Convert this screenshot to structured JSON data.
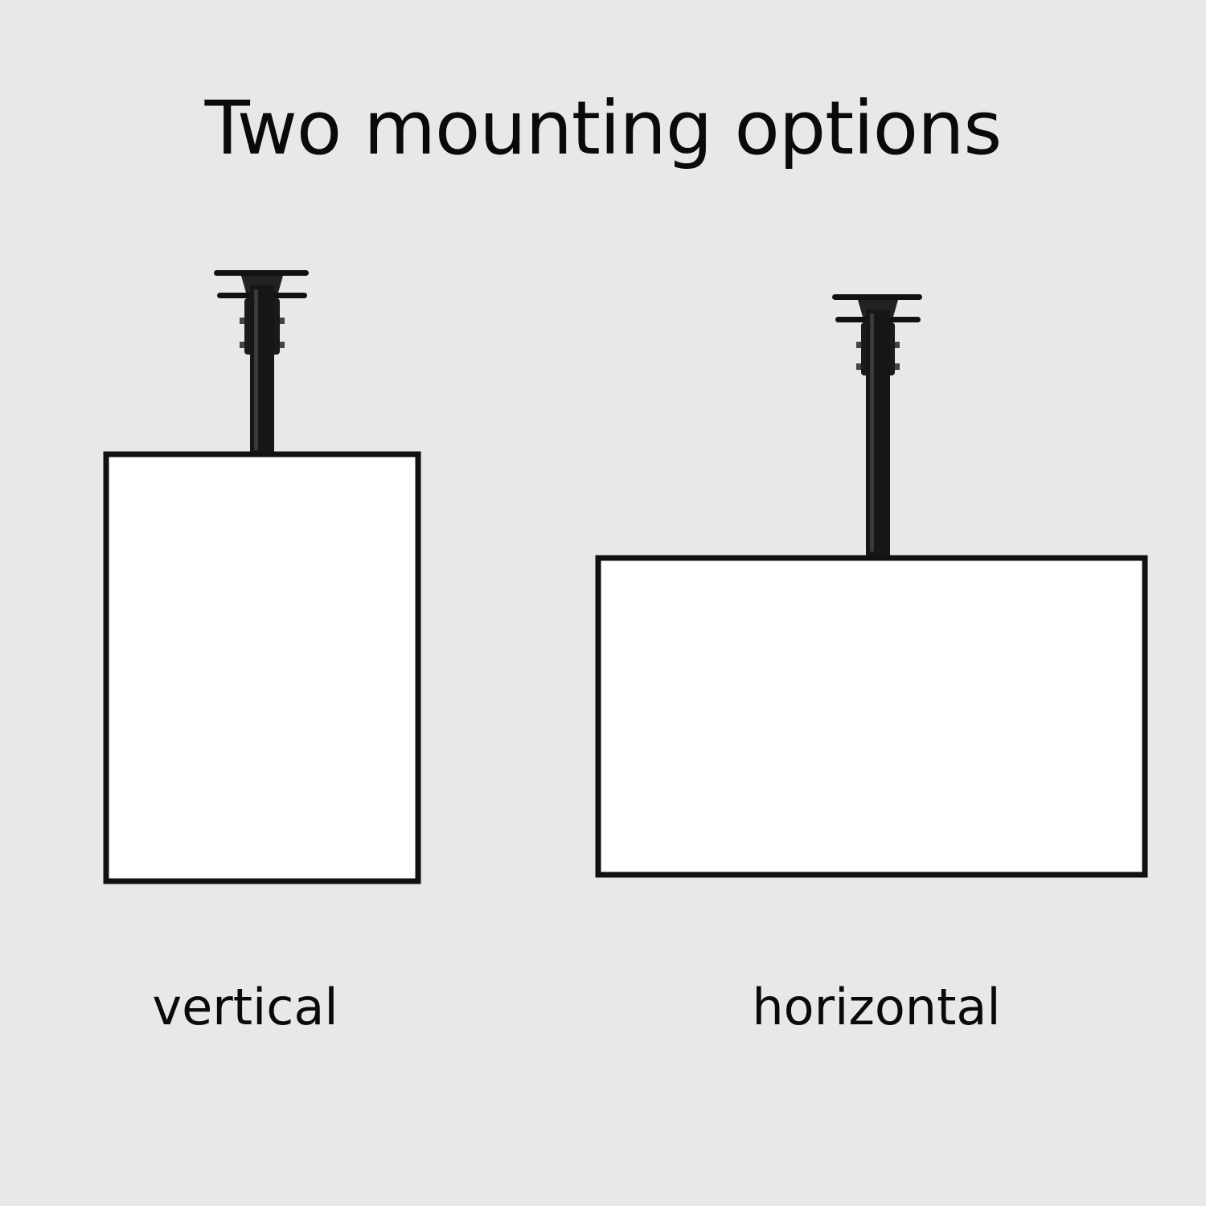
{
  "title": "Two mounting options",
  "options": [
    {
      "label": "vertical",
      "icon": "portrait-screen-ceiling-mount-icon"
    },
    {
      "label": "horizontal",
      "icon": "landscape-screen-ceiling-mount-icon"
    }
  ],
  "colors": {
    "background": "#e8e8e8",
    "frame": "#111111",
    "screen": "#ffffff"
  }
}
